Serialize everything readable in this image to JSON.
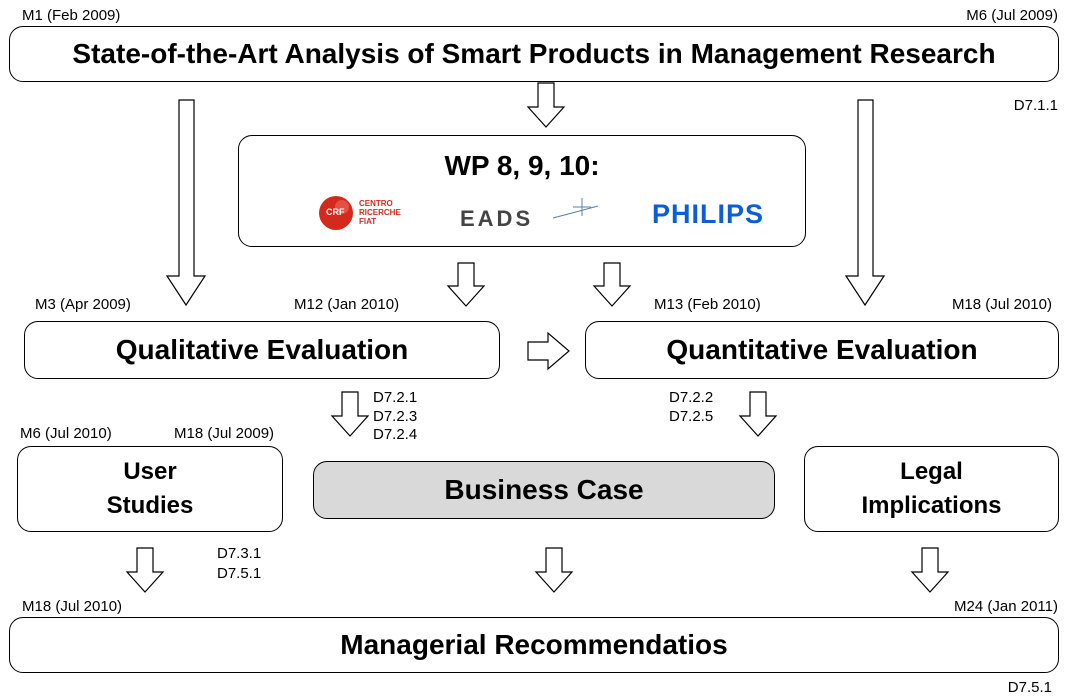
{
  "top_box": {
    "title": "State-of-the-Art Analysis of Smart Products in Management Research",
    "start": "M1 (Feb 2009)",
    "end": "M6 (Jul 2009)",
    "deliverable": "D7.1.1"
  },
  "wp_box": {
    "title": "WP 8, 9, 10:",
    "logos": {
      "crf": {
        "badge": "CRF",
        "line1": "CENTRO",
        "line2": "RICERCHE",
        "line3": "FIAT"
      },
      "eads": "EADS",
      "philips": "PHILIPS"
    }
  },
  "qualitative": {
    "title": "Qualitative Evaluation",
    "start": "M3 (Apr 2009)",
    "end": "M12 (Jan 2010)",
    "deliverables": [
      "D7.2.1",
      "D7.2.3",
      "D7.2.4"
    ]
  },
  "quantitative": {
    "title": "Quantitative Evaluation",
    "start": "M13 (Feb 2010)",
    "end": "M18 (Jul 2010)",
    "deliverables": [
      "D7.2.2",
      "D7.2.5"
    ]
  },
  "user_studies": {
    "line1": "User",
    "line2": "Studies",
    "start": "M6 (Jul 2010)",
    "end": "M18 (Jul 2009)",
    "deliverables": [
      "D7.3.1",
      "D7.5.1"
    ]
  },
  "business_case": {
    "title": "Business Case",
    "fill": "#d9d9d9"
  },
  "legal": {
    "line1": "Legal",
    "line2": "Implications"
  },
  "managerial": {
    "title": "Managerial Recommendatios",
    "start": "M18 (Jul 2010)",
    "end": "M24 (Jan 2011)",
    "deliverable": "D7.5.1"
  },
  "colors": {
    "crf_red": "#d42a1e",
    "philips_blue": "#0b5ed7",
    "eads_gray": "#555555"
  }
}
